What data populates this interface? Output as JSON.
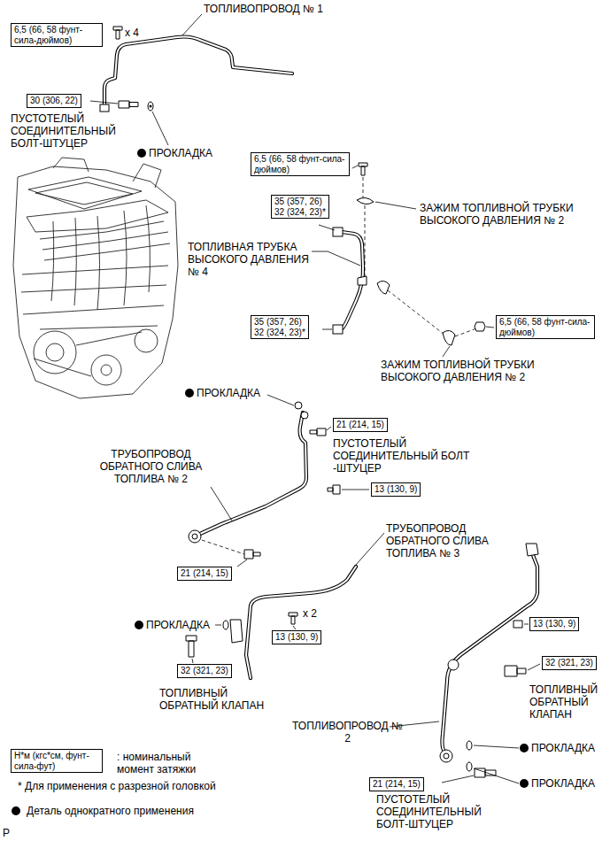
{
  "diagram": {
    "nodes": [
      {
        "text": [
          "6,5 (66, 58 фунт-сила-дюймов)"
        ]
      },
      {
        "text": [
          "30 (306, 22)"
        ]
      },
      {
        "text": [
          "6,5 (66, 58 фунт-сила-дюймов)"
        ]
      },
      {
        "text": [
          "35 (357, 26)",
          "32 (324, 23)*"
        ]
      },
      {
        "text": [
          "35 (357, 26)",
          "32 (324, 23)*"
        ]
      },
      {
        "text": [
          "6,5 (66, 58 фунт-сила-дюймов)"
        ]
      },
      {
        "text": [
          "21 (214, 15)"
        ]
      },
      {
        "text": [
          "13 (130, 9)"
        ]
      },
      {
        "text": [
          "21 (214, 15)"
        ]
      },
      {
        "text": [
          "13 (130, 9)"
        ]
      },
      {
        "text": [
          "13 (130, 9)"
        ]
      },
      {
        "text": [
          "32 (321, 23)"
        ]
      },
      {
        "text": [
          "32 (321, 23)"
        ]
      },
      {
        "text": [
          "21 (214, 15)"
        ]
      },
      {
        "text": [
          "Н*м (кгс*см, фунт-сила-фут)"
        ]
      }
    ],
    "labels": [
      "ТОПЛИВОПРОВОД № 1",
      "x 4",
      "ПУСТОТЕЛЫЙ СОЕДИНИТЕЛЬНЫЙ БОЛТ-ШТУЦЕР",
      "ПРОКЛАДКА",
      "ЗАЖИМ ТОПЛИВНОЙ ТРУБКИ ВЫСОКОГО ДАВЛЕНИЯ № 2",
      "ТОПЛИВНАЯ ТРУБКА ВЫСОКОГО ДАВЛЕНИЯ № 4",
      "ЗАЖИМ ТОПЛИВНОЙ ТРУБКИ ВЫСОКОГО ДАВЛЕНИЯ № 2",
      "ПРОКЛАДКА",
      "ПУСТОТЕЛЫЙ СОЕДИНИТЕЛЬНЫЙ БОЛТ -ШТУЦЕР",
      "ТРУБОПРОВОД ОБРАТНОГО СЛИВА ТОПЛИВА № 2",
      "ТРУБОПРОВОД ОБРАТНОГО СЛИВА ТОПЛИВА № 3",
      "ПРОКЛАДКА",
      "x 2",
      "ТОПЛИВНЫЙ ОБРАТНЫЙ КЛАПАН",
      "ТОПЛИВНЫЙ ОБРАТНЫЙ КЛАПАН",
      "ТОПЛИВОПРОВОД № 2",
      "ПРОКЛАДКА",
      "ПРОКЛАДКА",
      "ПУСТОТЕЛЫЙ СОЕДИНИТЕЛЬНЫЙ БОЛТ-ШТУЦЕР",
      "* Для применения с разрезной головкой",
      "P"
    ],
    "legend": [
      {
        "text": ": номинальный момент затяжки"
      },
      {
        "text": "Деталь однократного применения"
      }
    ]
  }
}
